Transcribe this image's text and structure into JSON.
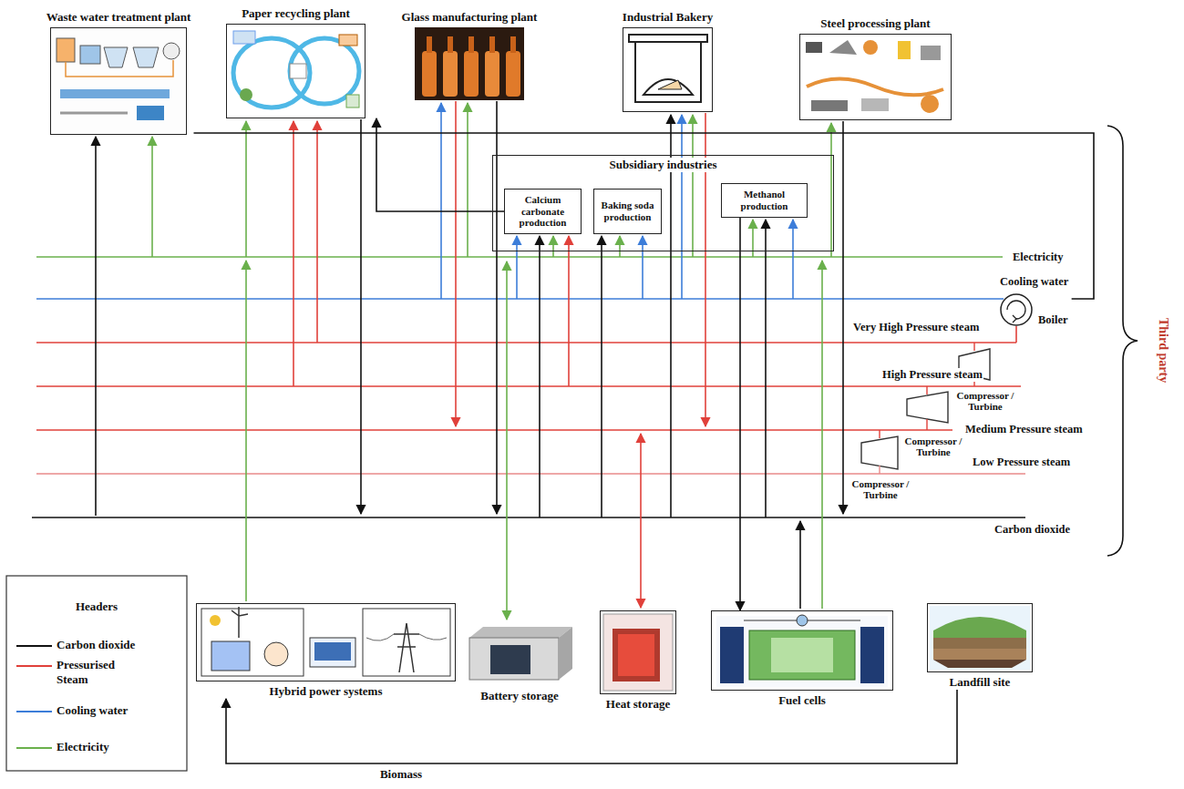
{
  "diagram": {
    "nodes": [
      {
        "text": [
          "Waste water treatment plant"
        ]
      },
      {
        "text": [
          "Paper recycling plant"
        ]
      },
      {
        "text": [
          "Glass manufacturing plant"
        ]
      },
      {
        "text": [
          "Industrial Bakery"
        ]
      },
      {
        "text": [
          "Steel processing plant"
        ]
      },
      {
        "text": [
          "Subsidiary industries"
        ]
      },
      {
        "text": [
          "Calcium carbonate production"
        ],
        "in": 5
      },
      {
        "text": [
          "Baking soda production"
        ],
        "in": 5
      },
      {
        "text": [
          "Methanol production"
        ],
        "in": 5
      },
      {
        "text": [
          "Boiler"
        ]
      },
      {
        "text": [
          "Hybrid power systems"
        ]
      },
      {
        "text": [
          "Battery storage"
        ]
      },
      {
        "text": [
          "Heat storage"
        ]
      },
      {
        "text": [
          "Fuel cells"
        ]
      },
      {
        "text": [
          "Landfill site"
        ]
      }
    ],
    "edges": [
      {
        "from": 0,
        "to": 9,
        "arrow": "none"
      },
      {
        "from": 6,
        "to": 1,
        "arrow": "to"
      },
      {
        "from": 8,
        "to": 13,
        "arrow": "to"
      },
      {
        "from": 14,
        "to": 10,
        "arrow": "to",
        "label": "Biomass"
      }
    ],
    "labels": [
      "Electricity",
      "Cooling water",
      "Very High Pressure steam",
      "High Pressure steam",
      "Compressor / Turbine",
      "Medium Pressure steam",
      "Compressor / Turbine",
      "Low Pressure steam",
      "Compressor / Turbine",
      "Carbon dioxide",
      "Third party",
      "Headers"
    ],
    "legend": [
      {
        "text": "Carbon dioxide"
      },
      {
        "text": "Pressurised Steam"
      },
      {
        "text": "Cooling water"
      },
      {
        "text": "Electricity"
      }
    ]
  }
}
